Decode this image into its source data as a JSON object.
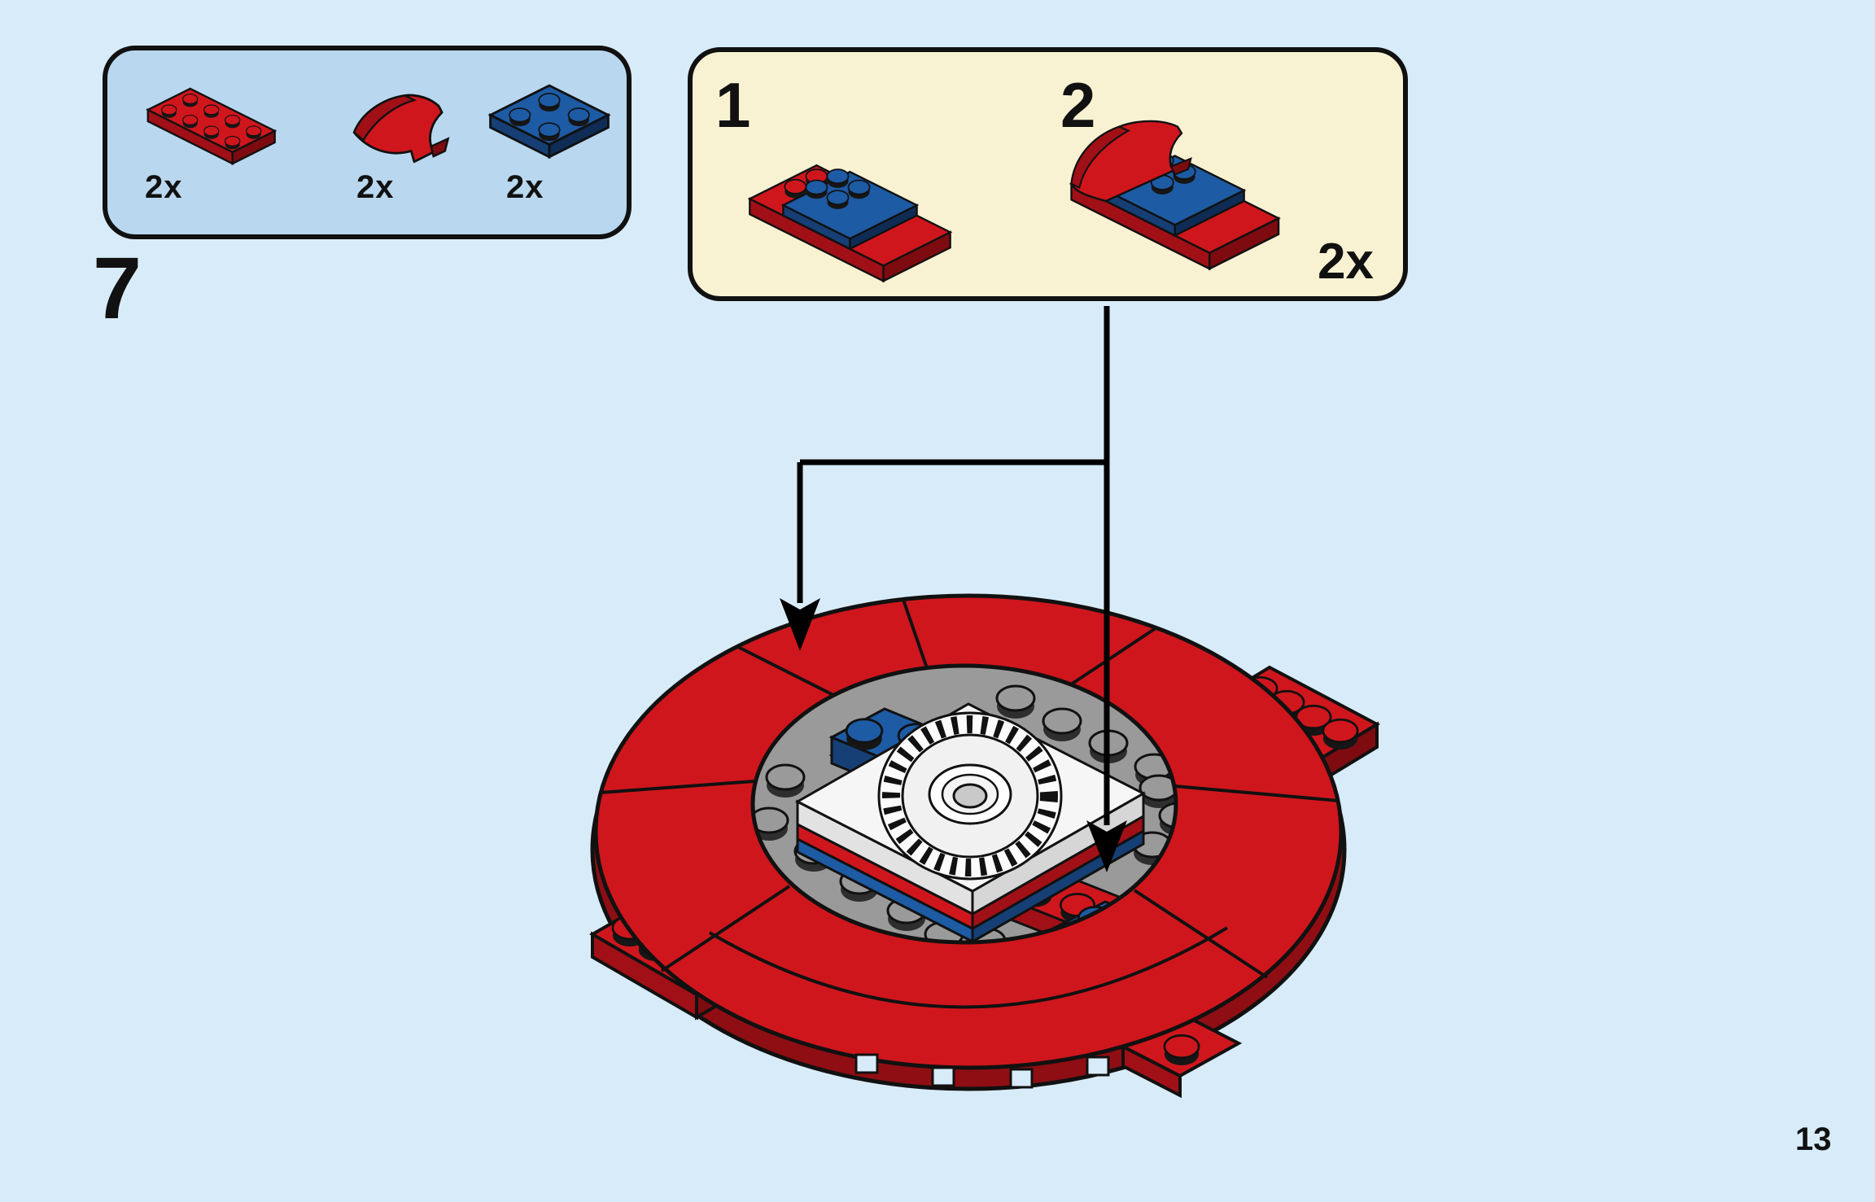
{
  "page": {
    "step_number": "7",
    "page_number": "13"
  },
  "parts_callout": {
    "parts": [
      {
        "id": "plate-2x4-red",
        "icon": "red-plate-2x4-icon",
        "quantity": "2x",
        "color": "#d0161d"
      },
      {
        "id": "slope-curved-2x2-red",
        "icon": "red-curved-slope-icon",
        "quantity": "2x",
        "color": "#d0161d"
      },
      {
        "id": "plate-2x2-blue",
        "icon": "blue-plate-2x2-icon",
        "quantity": "2x",
        "color": "#1d5ba4"
      }
    ]
  },
  "subassembly_callout": {
    "quantity": "2x",
    "substeps": [
      {
        "label": "1",
        "icon": "subassembly-1-diagram"
      },
      {
        "label": "2",
        "icon": "subassembly-2-diagram"
      }
    ]
  },
  "assembly": {
    "diagram_icon": "shield-assembly-diagram",
    "arrow_icons": [
      "down-arrow-icon",
      "down-arrow-icon"
    ]
  },
  "colors": {
    "page_background": "#d8ebf8",
    "parts_box_fill": "#b9d8ef",
    "callout_box_fill": "#f9f2d2",
    "outline": "#111111",
    "red": "#d0161d",
    "red_shade": "#a11016",
    "red_dark": "#7d0b10",
    "blue": "#1d5ba4",
    "blue_shade": "#153f75",
    "gray": "#9a9a9a",
    "white": "#f5f5f5"
  }
}
